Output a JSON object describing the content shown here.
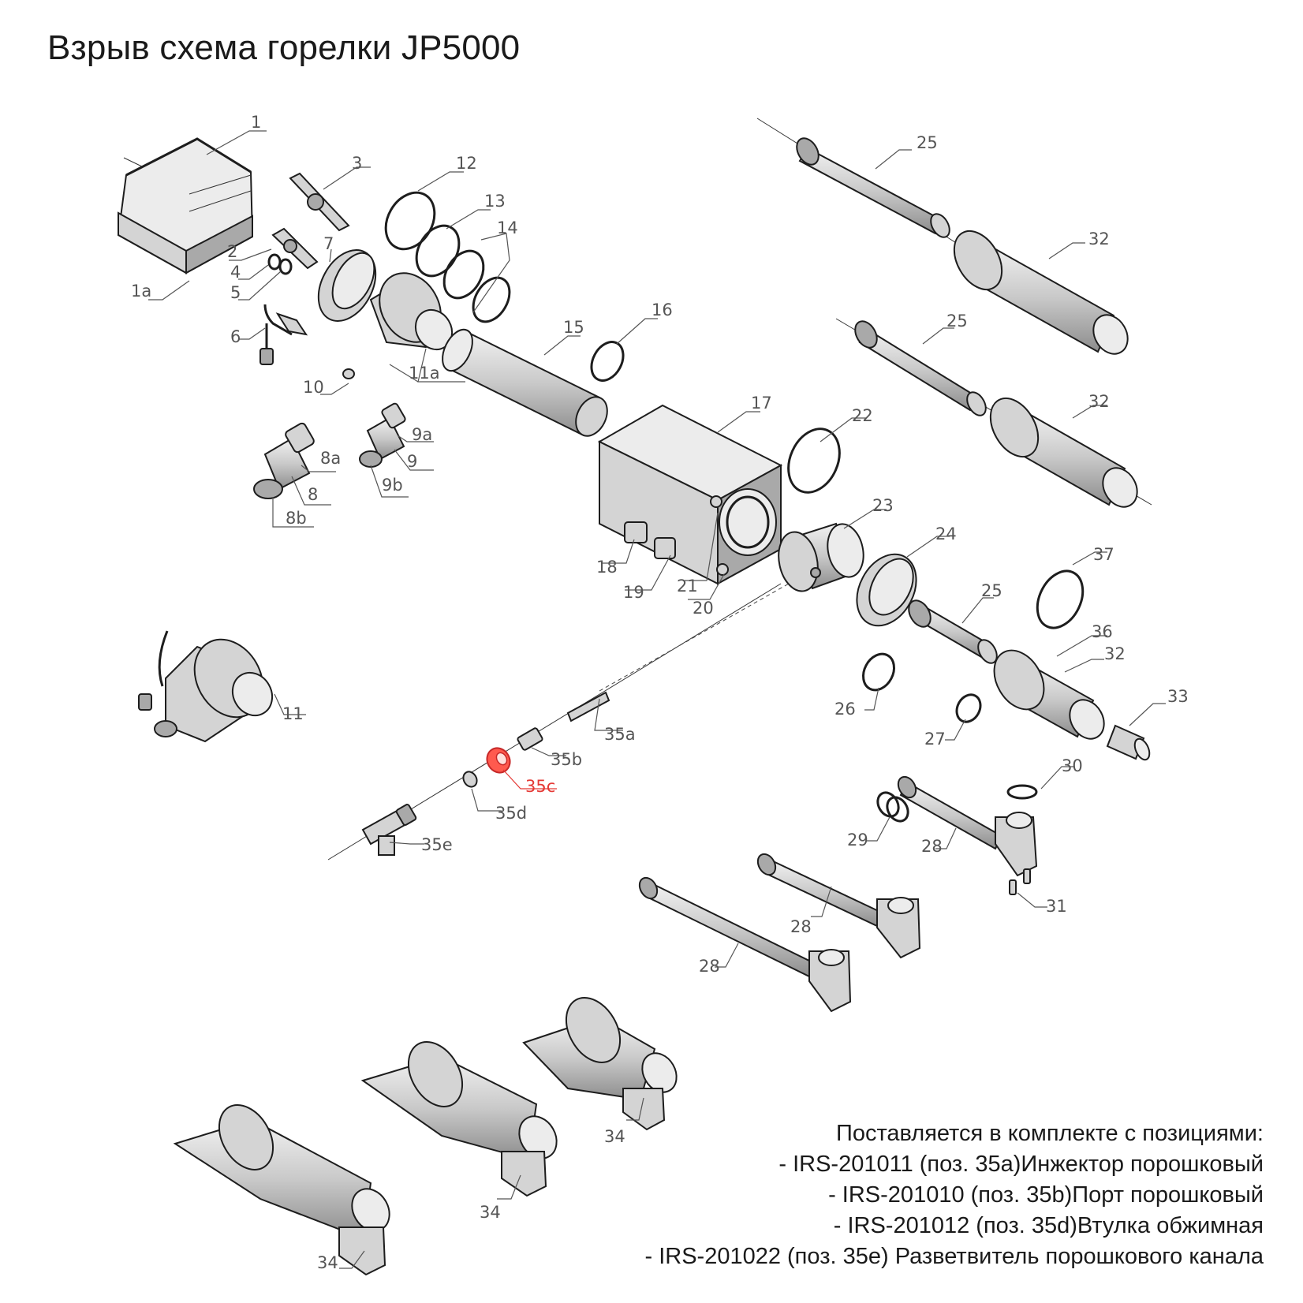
{
  "title": "Взрыв схема горелки JP5000",
  "labels": {
    "l1": "1",
    "l1a": "1a",
    "l2": "2",
    "l3": "3",
    "l4": "4",
    "l5": "5",
    "l6": "6",
    "l7": "7",
    "l8": "8",
    "l8a": "8a",
    "l8b": "8b",
    "l9": "9",
    "l9a": "9a",
    "l9b": "9b",
    "l10": "10",
    "l11": "11",
    "l11a": "11a",
    "l12": "12",
    "l13": "13",
    "l14": "14",
    "l15": "15",
    "l16": "16",
    "l17": "17",
    "l18": "18",
    "l19": "19",
    "l20": "20",
    "l21": "21",
    "l22": "22",
    "l23": "23",
    "l24": "24",
    "l25_top": "25",
    "l25_mid": "25",
    "l25_low": "25",
    "l26": "26",
    "l27": "27",
    "l28_a": "28",
    "l28_b": "28",
    "l28_c": "28",
    "l29": "29",
    "l30": "30",
    "l31": "31",
    "l32_top": "32",
    "l32_mid": "32",
    "l32_low": "32",
    "l33": "33",
    "l34_a": "34",
    "l34_b": "34",
    "l34_c": "34",
    "l35a": "35a",
    "l35b": "35b",
    "l35c": "35c",
    "l35d": "35d",
    "l35e": "35e",
    "l36": "36",
    "l37": "37"
  },
  "highlight_color": "#e53935",
  "note": {
    "heading": "Поставляется в комплекте с позициями:",
    "items": [
      "- IRS-201011 (поз. 35а)Инжектор порошковый",
      "- IRS-201010 (поз. 35b)Порт порошковый",
      "- IRS-201012 (поз. 35d)Втулка обжимная",
      "- IRS-201022 (поз. 35e) Разветвитель порошкового канала"
    ]
  }
}
